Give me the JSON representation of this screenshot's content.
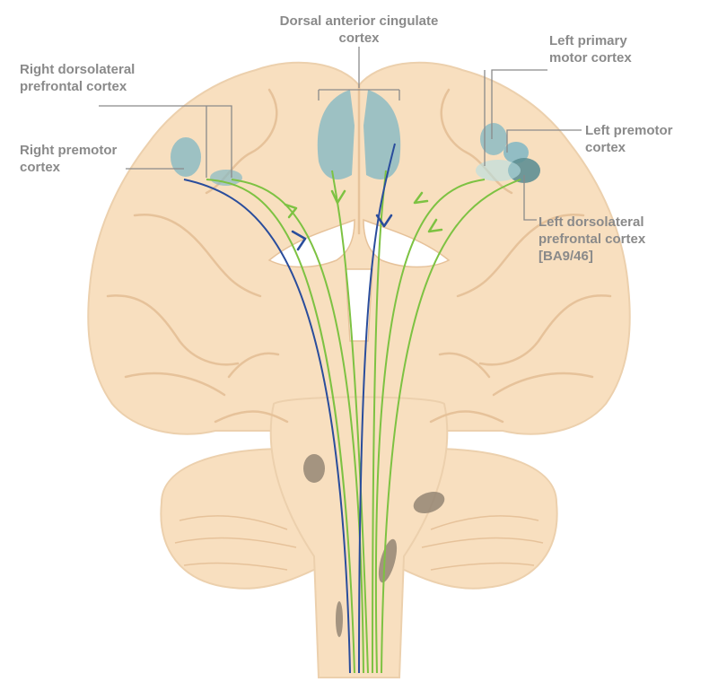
{
  "labels": {
    "dacc": {
      "line1": "Dorsal anterior cingulate",
      "line2": "cortex"
    },
    "r_dlpfc": {
      "line1": "Right dorsolateral",
      "line2": "prefrontal cortex"
    },
    "r_pm": {
      "line1": "Right premotor",
      "line2": "cortex"
    },
    "l_m1": {
      "line1": "Left primary",
      "line2": "motor cortex"
    },
    "l_pm": {
      "line1": "Left premotor",
      "line2": "cortex"
    },
    "l_dlpfc": {
      "line1": "Left dorsolateral",
      "line2": "prefrontal cortex",
      "line3": "[BA9/46]"
    }
  },
  "colors": {
    "brain_fill": "#f8dfbf",
    "brain_line": "#e6c29a",
    "highlight_blue": "#86b9c4",
    "highlight_dark": "#5e8f93",
    "path_green": "#7dc242",
    "path_blue": "#2a4d9c",
    "label_text": "#8a8a8a",
    "lesion": "#8f8170"
  }
}
